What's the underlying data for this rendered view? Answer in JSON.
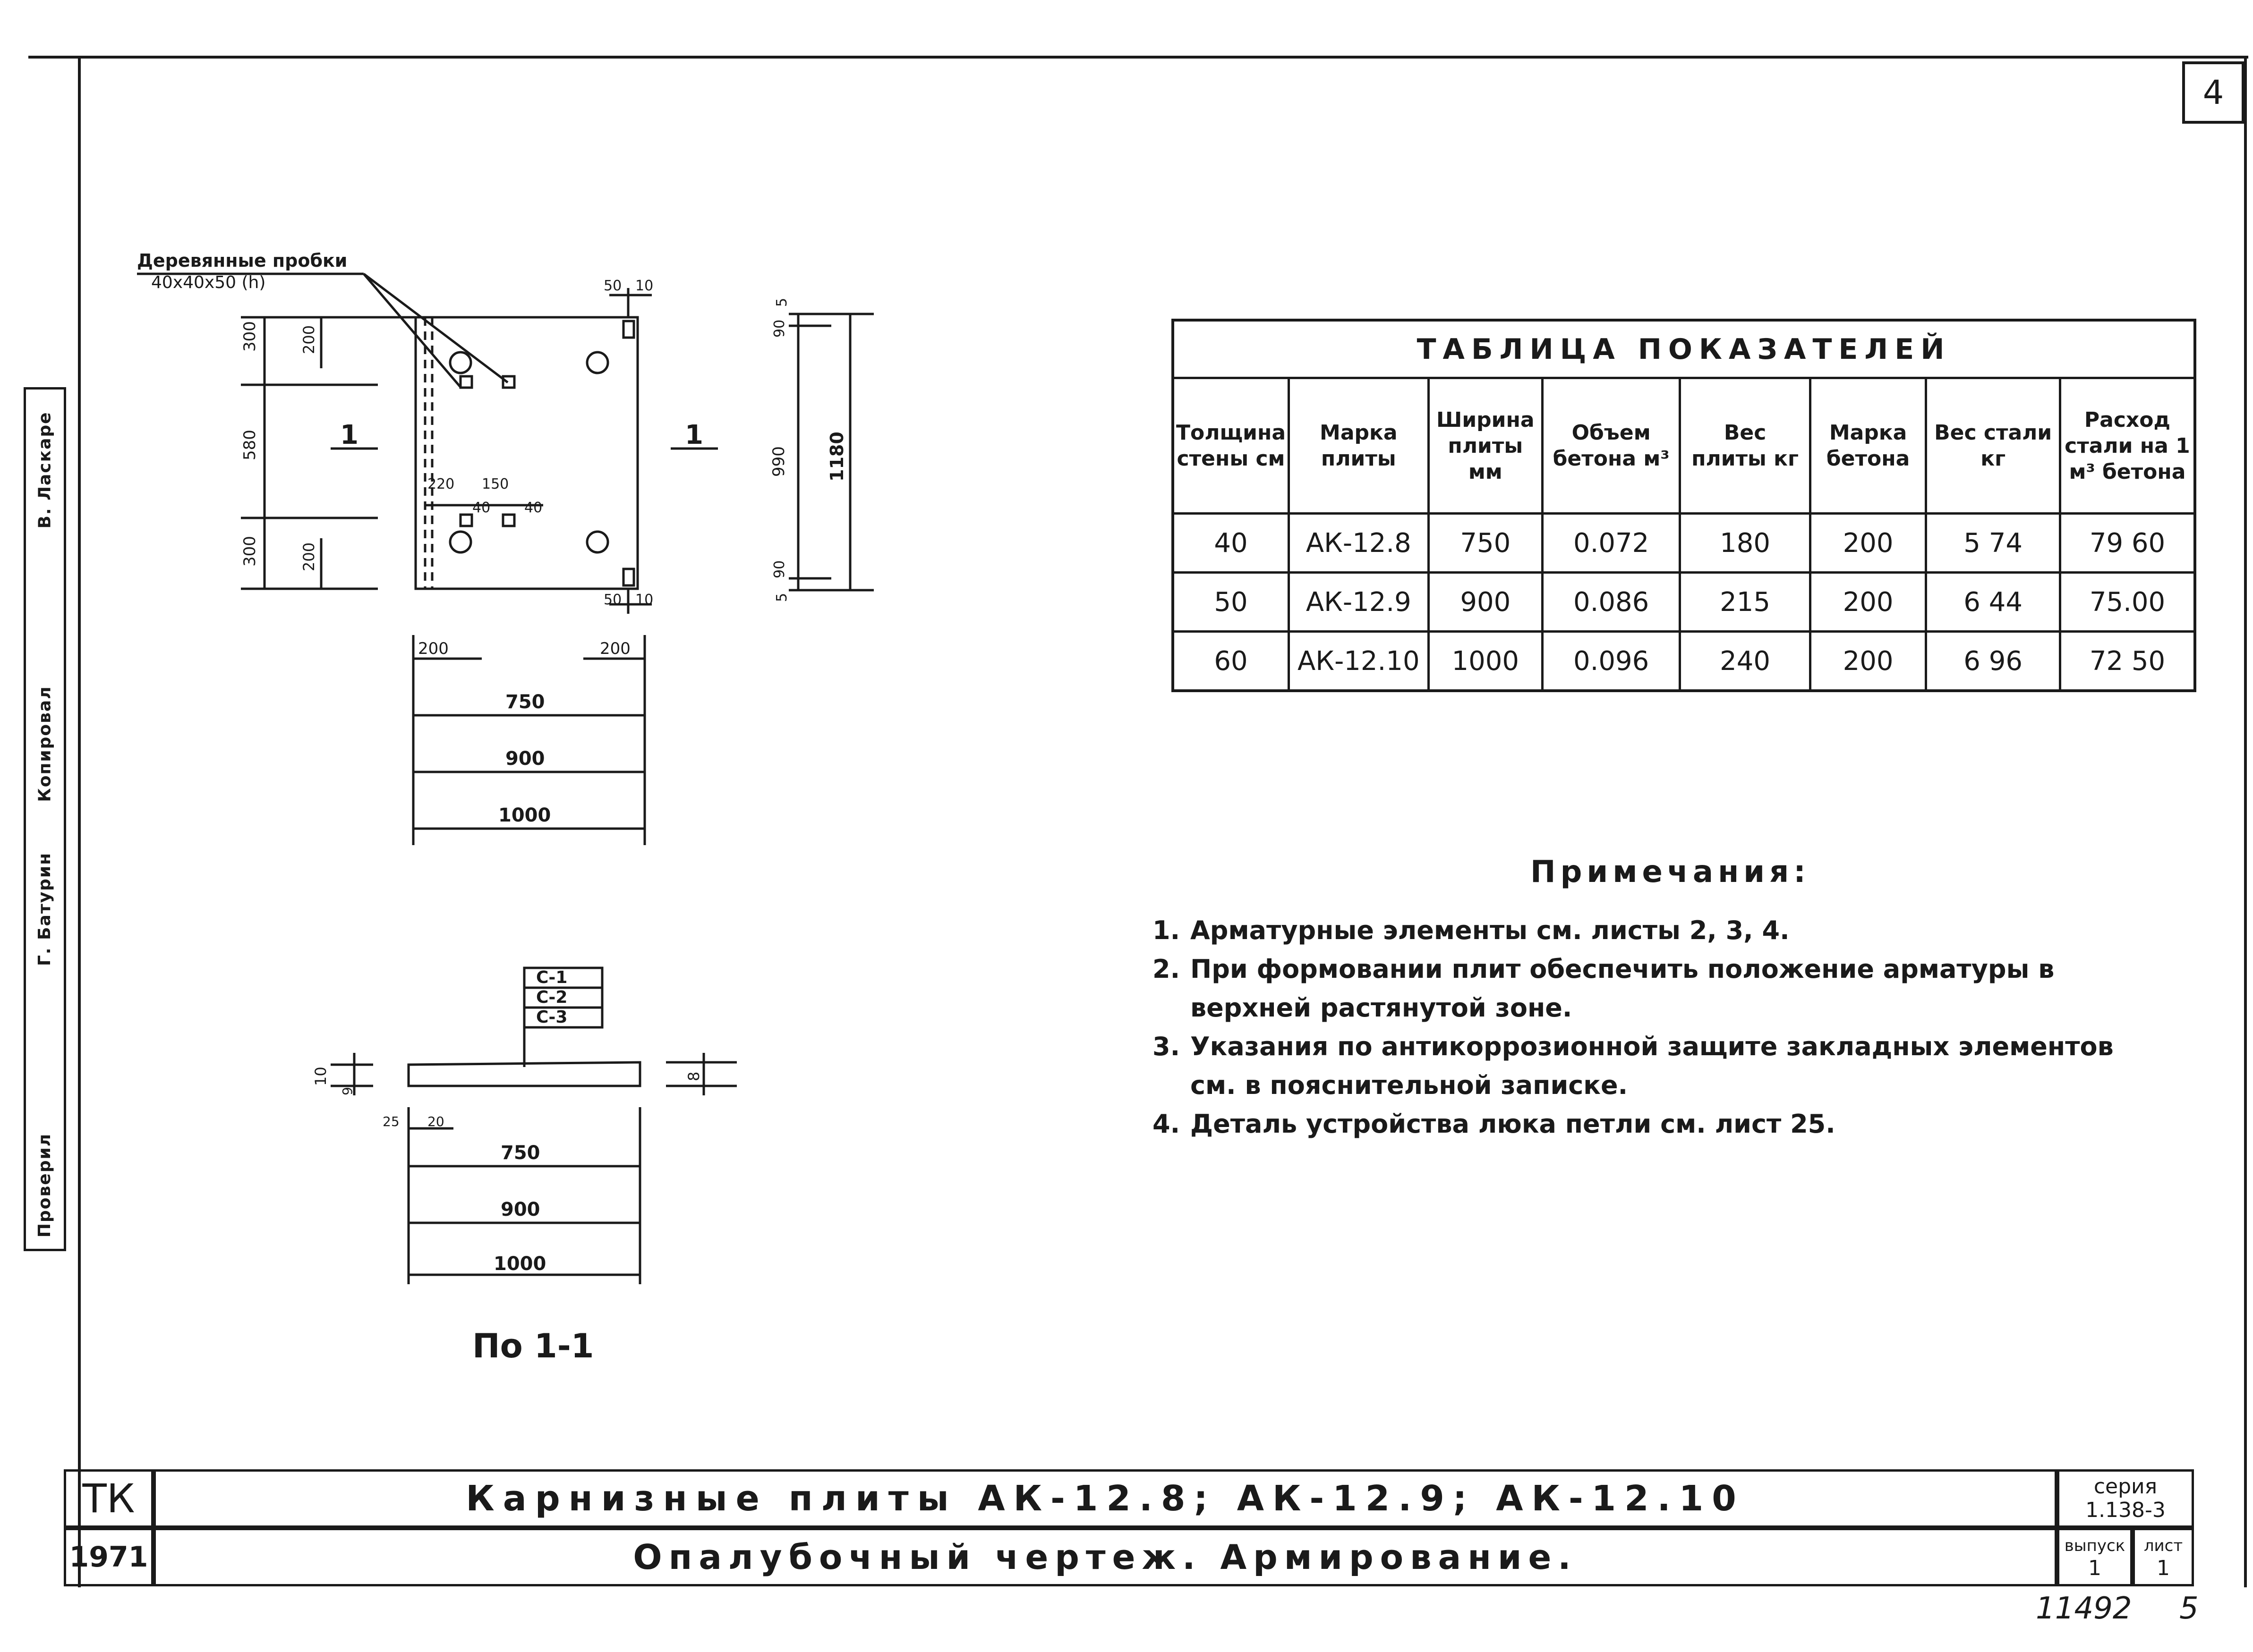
{
  "page_number": "4",
  "drawing": {
    "wood_plugs_label": "Деревянные пробки",
    "wood_plugs_size": "40x40x50 (h)",
    "section_mark": "1",
    "section_caption": "По 1-1",
    "dims_plan": {
      "top_offset": "50",
      "top_small": "10",
      "bottom_offset": "50",
      "bottom_small": "10",
      "left_200": "200",
      "left_300_top": "300",
      "left_580": "580",
      "left_300_bottom": "300",
      "left_200_bottom": "200",
      "mid_220": "220",
      "mid_150": "150",
      "mid_40a": "40",
      "mid_40b": "40",
      "bottom_200_left": "200",
      "bottom_200_right": "200",
      "w750": "750",
      "w900": "900",
      "w1000": "1000"
    },
    "dims_side": {
      "top_5": "5",
      "top_90": "90",
      "mid_990": "990",
      "bot_90": "90",
      "bot_5": "5",
      "total_1180": "1180"
    },
    "dims_section": {
      "c1": "С-1",
      "c2": "С-2",
      "c3": "С-3",
      "left_h": "10",
      "left_small": "9",
      "right_h": "8",
      "d25": "25",
      "d20": "20",
      "w750": "750",
      "w900": "900",
      "w1000": "1000"
    }
  },
  "table": {
    "title": "ТАБЛИЦА ПОКАЗАТЕЛЕЙ",
    "headers": [
      "Толщина стены см",
      "Марка плиты",
      "Ширина плиты мм",
      "Объем бетона м³",
      "Вес плиты кг",
      "Марка бетона",
      "Вес стали кг",
      "Расход стали на 1 м³ бетона"
    ],
    "rows": [
      [
        "40",
        "АК-12.8",
        "750",
        "0.072",
        "180",
        "200",
        "5 74",
        "79 60"
      ],
      [
        "50",
        "АК-12.9",
        "900",
        "0.086",
        "215",
        "200",
        "6 44",
        "75.00"
      ],
      [
        "60",
        "АК-12.10",
        "1000",
        "0.096",
        "240",
        "200",
        "6 96",
        "72 50"
      ]
    ]
  },
  "notes": {
    "title": "Примечания:",
    "items": [
      {
        "num": "1.",
        "text": "Арматурные элементы см. листы 2, 3, 4."
      },
      {
        "num": "2.",
        "text": "При формовании плит обеспечить положение арматуры в верхней растянутой зоне."
      },
      {
        "num": "3.",
        "text": "Указания по антикоррозионной защите закладных элементов см. в пояснительной записке."
      },
      {
        "num": "4.",
        "text": "Деталь устройства люка петли см. лист 25."
      }
    ]
  },
  "title_block": {
    "code": "ТК",
    "year": "1971",
    "title": "Карнизные плиты АК-12.8; АК-12.9; АК-12.10",
    "subtitle": "Опалубочный чертеж. Армирование.",
    "series_label": "серия",
    "series_value": "1.138-3",
    "issue_label": "выпуск",
    "issue_value": "1",
    "sheet_label": "лист",
    "sheet_value": "1",
    "archive_no": "11492",
    "sheet_total": "5"
  },
  "side_strip": {
    "labels": [
      "Проверил",
      "Г. Батурин",
      "Копировал",
      "В. Ласкаре"
    ]
  }
}
